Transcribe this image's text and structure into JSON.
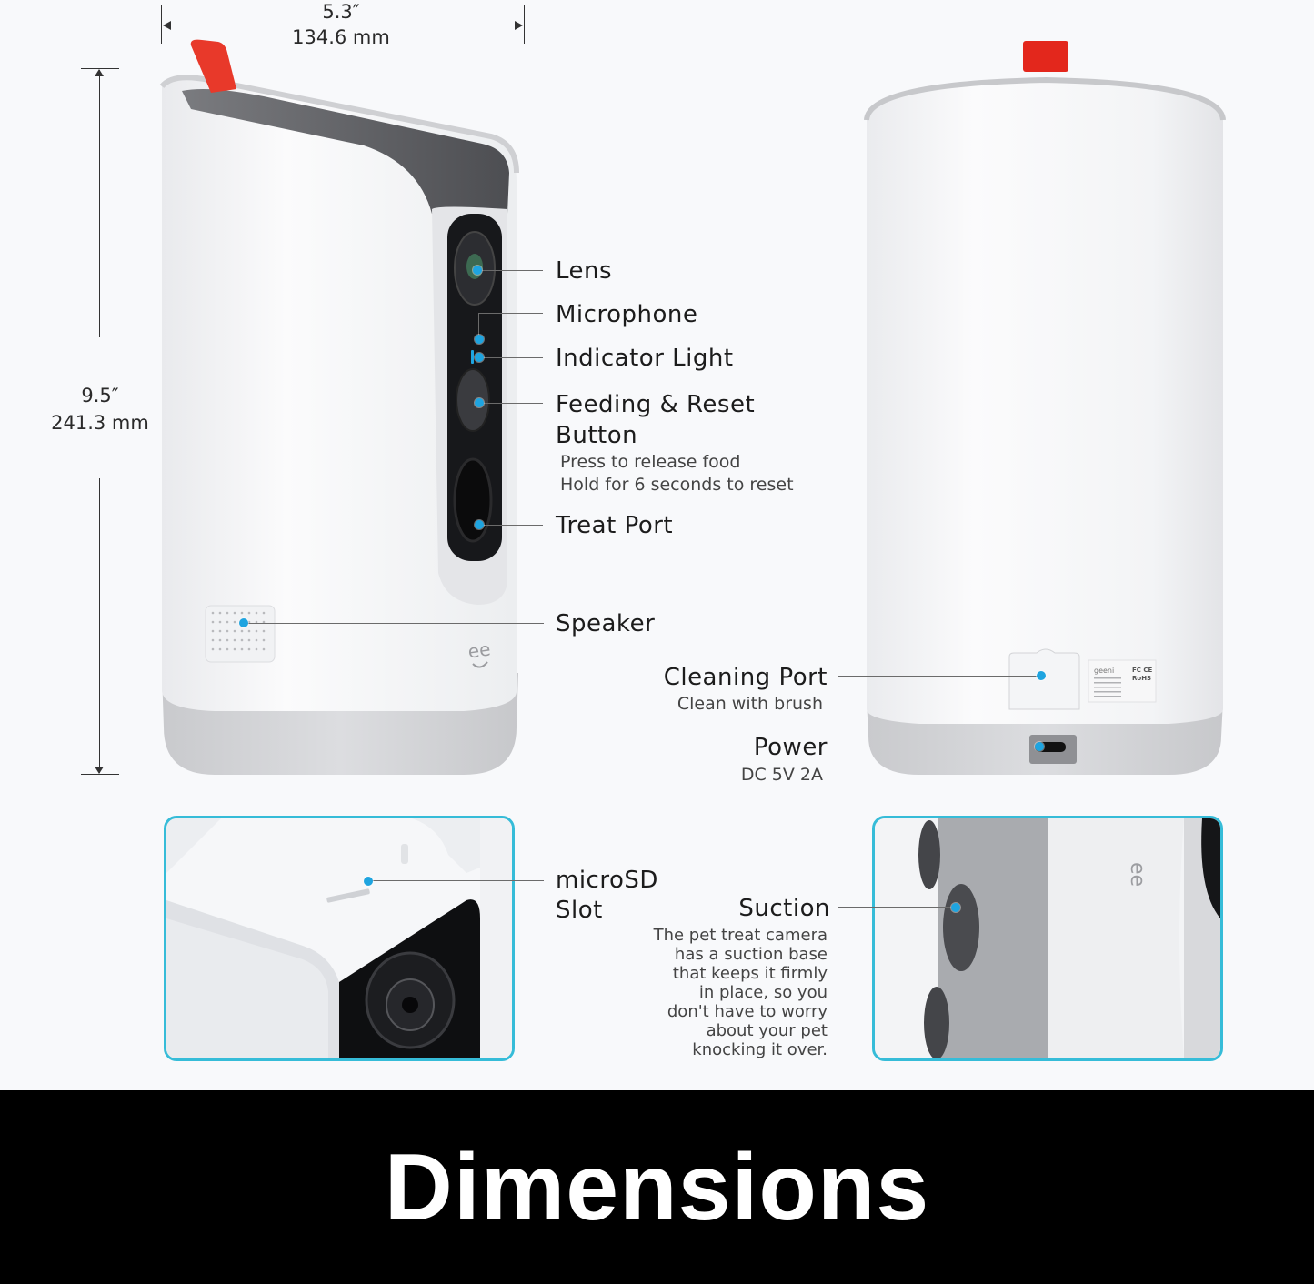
{
  "dimensions": {
    "width_in": "5.3″",
    "width_mm": "134.6 mm",
    "height_in": "9.5″",
    "height_mm": "241.3 mm"
  },
  "front_callouts": [
    {
      "label": "Lens"
    },
    {
      "label": "Microphone"
    },
    {
      "label": "Indicator Light"
    },
    {
      "label": "Feeding & Reset",
      "label_line2": "Button",
      "desc_line1": "Press to release food",
      "desc_line2": "Hold for 6 seconds to reset"
    },
    {
      "label": "Treat Port"
    },
    {
      "label": "Speaker"
    }
  ],
  "back_callouts": [
    {
      "label": "Cleaning Port",
      "desc": "Clean with brush"
    },
    {
      "label": "Power",
      "desc": "DC 5V 2A"
    }
  ],
  "insets": {
    "microsd": {
      "label_line1": "microSD",
      "label_line2": "Slot"
    },
    "suction": {
      "label": "Suction",
      "desc": "The pet treat camera\nhas a suction base\nthat keeps it firmly\nin place, so you\ndon't have to worry\nabout your pet\nknocking it over."
    }
  },
  "product_label": {
    "brand": "geeni",
    "marks": "FC CE RoHS"
  },
  "logo_glyph": "ee",
  "footer": {
    "title": "Dimensions"
  },
  "colors": {
    "accent_dot": "#1ea4e0",
    "inset_border": "#36bcd8",
    "tab_red": "#e8392a",
    "footer_bg": "#000000"
  }
}
